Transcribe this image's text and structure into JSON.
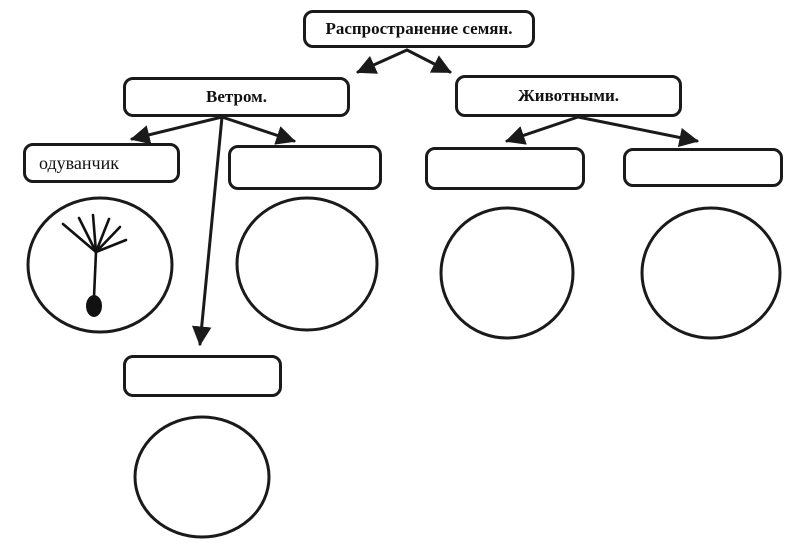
{
  "diagram": {
    "title": "Распространение семян.",
    "nodes": {
      "root": {
        "label": "Распространение семян."
      },
      "wind": {
        "label": "Ветром."
      },
      "animals": {
        "label": "Животными."
      },
      "wind_example_1": {
        "label": "одуванчик"
      },
      "wind_example_2": {
        "label": ""
      },
      "wind_example_3": {
        "label": ""
      },
      "animals_example_1": {
        "label": ""
      },
      "animals_example_2": {
        "label": ""
      }
    },
    "edges": [
      {
        "from": "root",
        "to": "wind"
      },
      {
        "from": "root",
        "to": "animals"
      },
      {
        "from": "wind",
        "to": "wind_example_1"
      },
      {
        "from": "wind",
        "to": "wind_example_2"
      },
      {
        "from": "wind",
        "to": "wind_example_3"
      },
      {
        "from": "animals",
        "to": "animals_example_1"
      },
      {
        "from": "animals",
        "to": "animals_example_2"
      }
    ],
    "image_slots": [
      {
        "for": "wind_example_1",
        "content": "dandelion-seed-drawing"
      },
      {
        "for": "wind_example_2",
        "content": ""
      },
      {
        "for": "animals_example_1",
        "content": ""
      },
      {
        "for": "animals_example_2",
        "content": ""
      },
      {
        "for": "wind_example_3",
        "content": ""
      }
    ],
    "colors": {
      "line": "#1a1a1a",
      "background": "#ffffff"
    }
  }
}
